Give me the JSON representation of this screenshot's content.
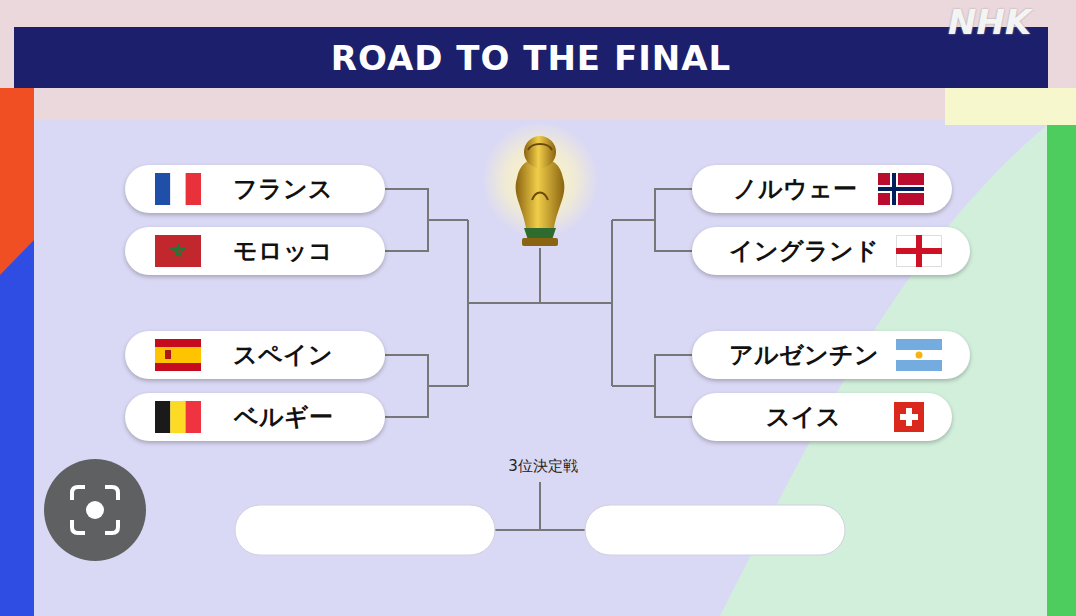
{
  "diagram": {
    "title": "ROAD TO THE FINAL",
    "nodes": [
      {
        "text": [
          "フランス"
        ]
      },
      {
        "text": [
          "モロッコ"
        ]
      },
      {
        "text": [
          "スペイン"
        ]
      },
      {
        "text": [
          "ベルギー"
        ]
      },
      {
        "text": [
          "ノルウェー"
        ]
      },
      {
        "text": [
          "イングランド"
        ]
      },
      {
        "text": [
          "アルゼンチン"
        ]
      },
      {
        "text": [
          "スイス"
        ]
      }
    ],
    "labels": [
      "NHK",
      "3位決定戦"
    ]
  }
}
